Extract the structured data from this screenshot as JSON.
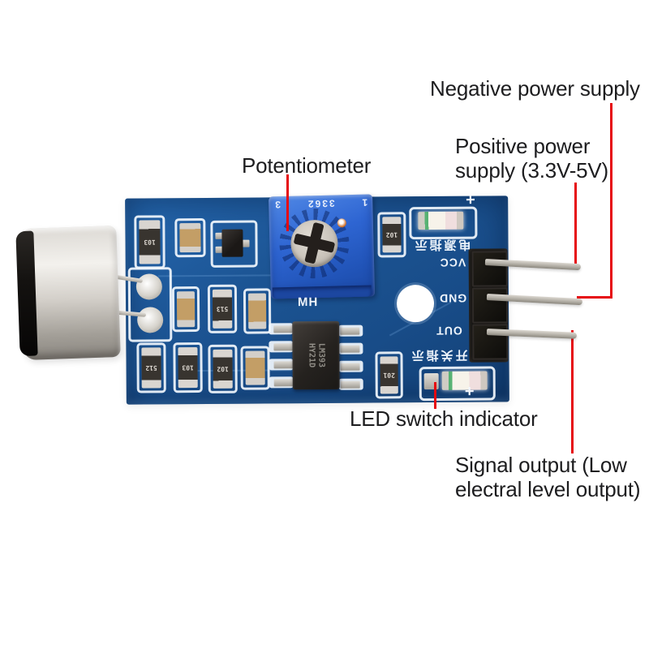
{
  "annotations": {
    "negative_power": "Negative power supply",
    "positive_power": "Positive power\nsupply (3.3V-5V)",
    "potentiometer": "Potentiometer",
    "led_switch": "LED switch indicator",
    "signal_output": "Signal output (Low\nelectral level output)"
  },
  "board": {
    "pin_labels": [
      "VCC",
      "GND",
      "OUT"
    ],
    "silkscreen": {
      "power_led_label": "电源指示",
      "switch_led_label": "开关指示",
      "power_led_plus": "+",
      "switch_led_plus": "+",
      "amp_label": "MH"
    },
    "ic_marking": {
      "line1": "LM393",
      "line2": "HY21D"
    },
    "potentiometer": {
      "model": "3362",
      "pin_a": "1",
      "pin_b": "3"
    },
    "resistors": [
      {
        "label": "103"
      },
      {
        "label": "512"
      },
      {
        "label": "103"
      },
      {
        "label": "102"
      },
      {
        "label": "513"
      },
      {
        "label": "102"
      },
      {
        "label": "201"
      }
    ]
  },
  "colors": {
    "board_blue": "#1c5493",
    "pot_blue": "#2e65d2",
    "callout_red": "#e60a10",
    "label_text": "#1d1d1f",
    "silkscreen_white": "#f2f7fd"
  }
}
